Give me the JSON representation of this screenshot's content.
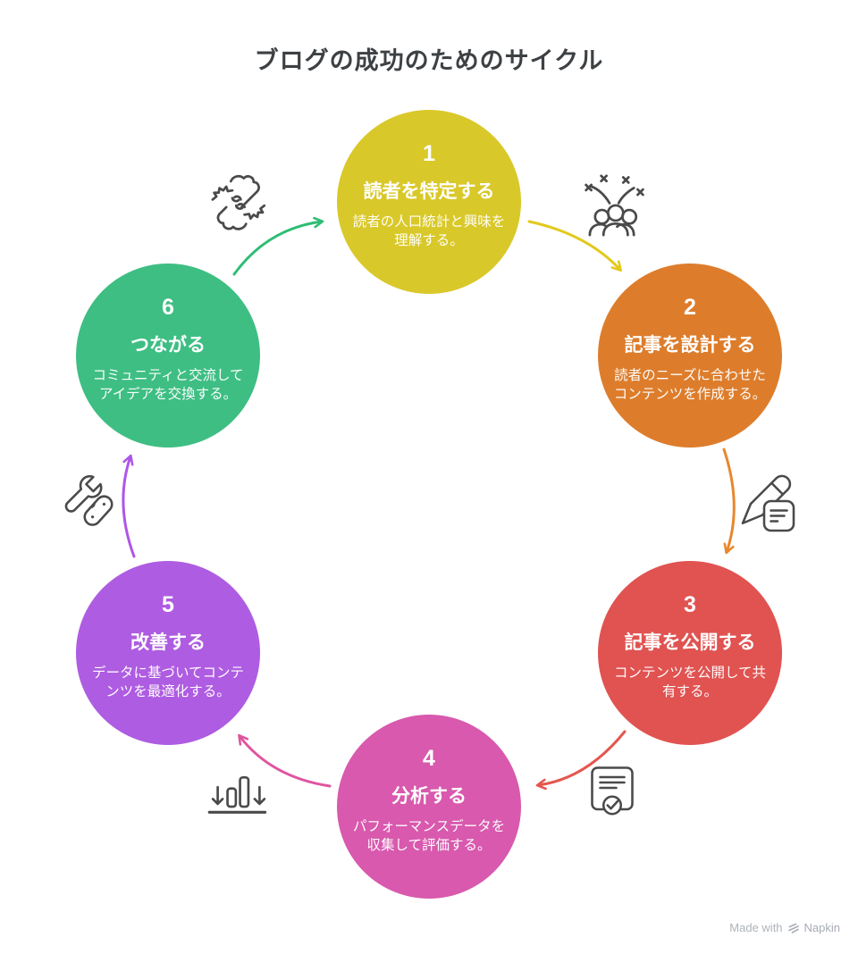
{
  "title": "ブログの成功のためのサイクル",
  "steps": [
    {
      "number": "1",
      "title": "読者を特定する",
      "description": "読者の人口統計と興味を理解する。",
      "color": "#D9C829"
    },
    {
      "number": "2",
      "title": "記事を設計する",
      "description": "読者のニーズに合わせたコンテンツを作成する。",
      "color": "#DD7D2C"
    },
    {
      "number": "3",
      "title": "記事を公開する",
      "description": "コンテンツを公開して共有する。",
      "color": "#E05351"
    },
    {
      "number": "4",
      "title": "分析する",
      "description": "パフォーマンスデータを収集して評価する。",
      "color": "#D859AD"
    },
    {
      "number": "5",
      "title": "改善する",
      "description": "データに基づいてコンテンツを最適化する。",
      "color": "#AE5CE1"
    },
    {
      "number": "6",
      "title": "つながる",
      "description": "コミュニティと交流してアイデアを交換する。",
      "color": "#3EBE83"
    }
  ],
  "arrows": [
    {
      "from": "6",
      "to": "1",
      "color": "#2EBD75"
    },
    {
      "from": "1",
      "to": "2",
      "color": "#E3C91C"
    },
    {
      "from": "2",
      "to": "3",
      "color": "#E8872F"
    },
    {
      "from": "3",
      "to": "4",
      "color": "#E4574F"
    },
    {
      "from": "4",
      "to": "5",
      "color": "#E0559F"
    },
    {
      "from": "5",
      "to": "6",
      "color": "#AE56E8"
    }
  ],
  "icons": [
    {
      "name": "clasped-hands-icon",
      "between": "6-1"
    },
    {
      "name": "audience-sparkle-icon",
      "between": "1-2"
    },
    {
      "name": "pencil-note-icon",
      "between": "2-3"
    },
    {
      "name": "document-check-icon",
      "between": "3-4"
    },
    {
      "name": "bar-chart-arrows-icon",
      "between": "4-5"
    },
    {
      "name": "tools-icon",
      "between": "5-6"
    }
  ],
  "icon_stroke_color": "#4A4A4A",
  "footer": {
    "made_with": "Made with",
    "brand": "Napkin"
  }
}
